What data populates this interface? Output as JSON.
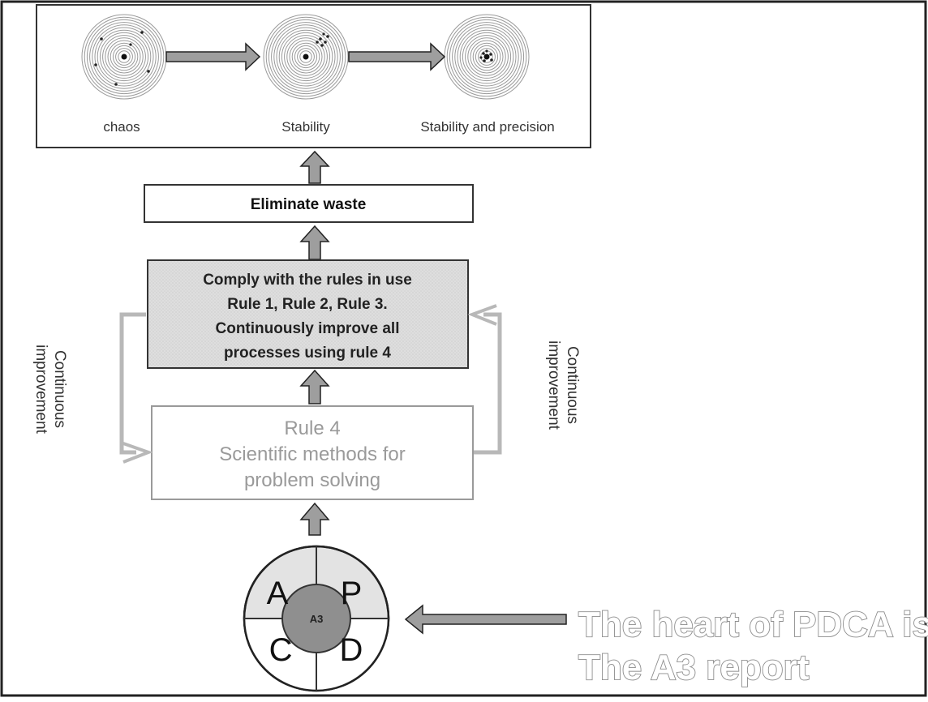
{
  "stages": [
    {
      "label": "chaos"
    },
    {
      "label": "Stability"
    },
    {
      "label": "Stability and precision"
    }
  ],
  "eliminate_waste": "Eliminate waste",
  "comply_box": {
    "lines": [
      "Comply with the rules in use",
      "Rule 1, Rule 2, Rule 3.",
      "Continuously improve all",
      "processes using rule 4"
    ]
  },
  "rule4_box": {
    "lines": [
      "Rule 4",
      "Scientific methods for",
      "problem solving"
    ]
  },
  "loops": {
    "left": [
      "Continuous",
      "improvement"
    ],
    "right": [
      "Continuous",
      "improvement"
    ]
  },
  "pdca": {
    "quadrants": {
      "top_left": "A",
      "top_right": "P",
      "bottom_left": "C",
      "bottom_right": "D"
    },
    "center": "A3"
  },
  "caption": {
    "line1": "The heart of PDCA is",
    "line2": "The A3 report"
  },
  "colors": {
    "arrow_fill": "#9e9e9e",
    "loop_arrow": "#b8b8b8",
    "box_grey": "#dedede",
    "circle_light": "#e3e3e3",
    "circle_dark": "#8f8f8f",
    "caption_outline": "#8c8c8c"
  }
}
